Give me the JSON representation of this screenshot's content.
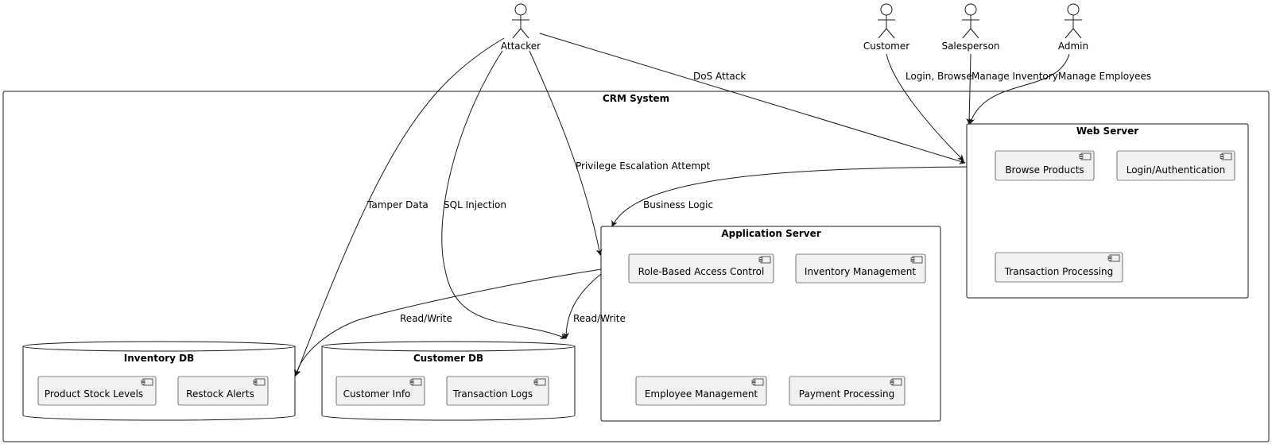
{
  "actors": [
    {
      "id": "attacker",
      "label": "Attacker"
    },
    {
      "id": "customer",
      "label": "Customer"
    },
    {
      "id": "salesperson",
      "label": "Salesperson"
    },
    {
      "id": "admin",
      "label": "Admin"
    }
  ],
  "system": {
    "title": "CRM System"
  },
  "web_server": {
    "title": "Web Server",
    "components": [
      "Browse Products",
      "Login/Authentication",
      "Transaction Processing"
    ]
  },
  "app_server": {
    "title": "Application Server",
    "components": [
      "Role-Based Access Control",
      "Inventory Management",
      "Employee Management",
      "Payment Processing"
    ]
  },
  "inventory_db": {
    "title": "Inventory DB",
    "components": [
      "Product Stock Levels",
      "Restock Alerts"
    ]
  },
  "customer_db": {
    "title": "Customer DB",
    "components": [
      "Customer Info",
      "Transaction Logs"
    ]
  },
  "edges": {
    "dos": "DoS Attack",
    "login_browse": "Login, Browse",
    "manage_inventory": "Manage Inventory",
    "manage_employees": "Manage Employees",
    "privilege": "Privilege Escalation Attempt",
    "business_logic": "Business Logic",
    "tamper": "Tamper Data",
    "sql": "SQL Injection",
    "rw_inventory": "Read/Write",
    "rw_customer": "Read/Write"
  }
}
